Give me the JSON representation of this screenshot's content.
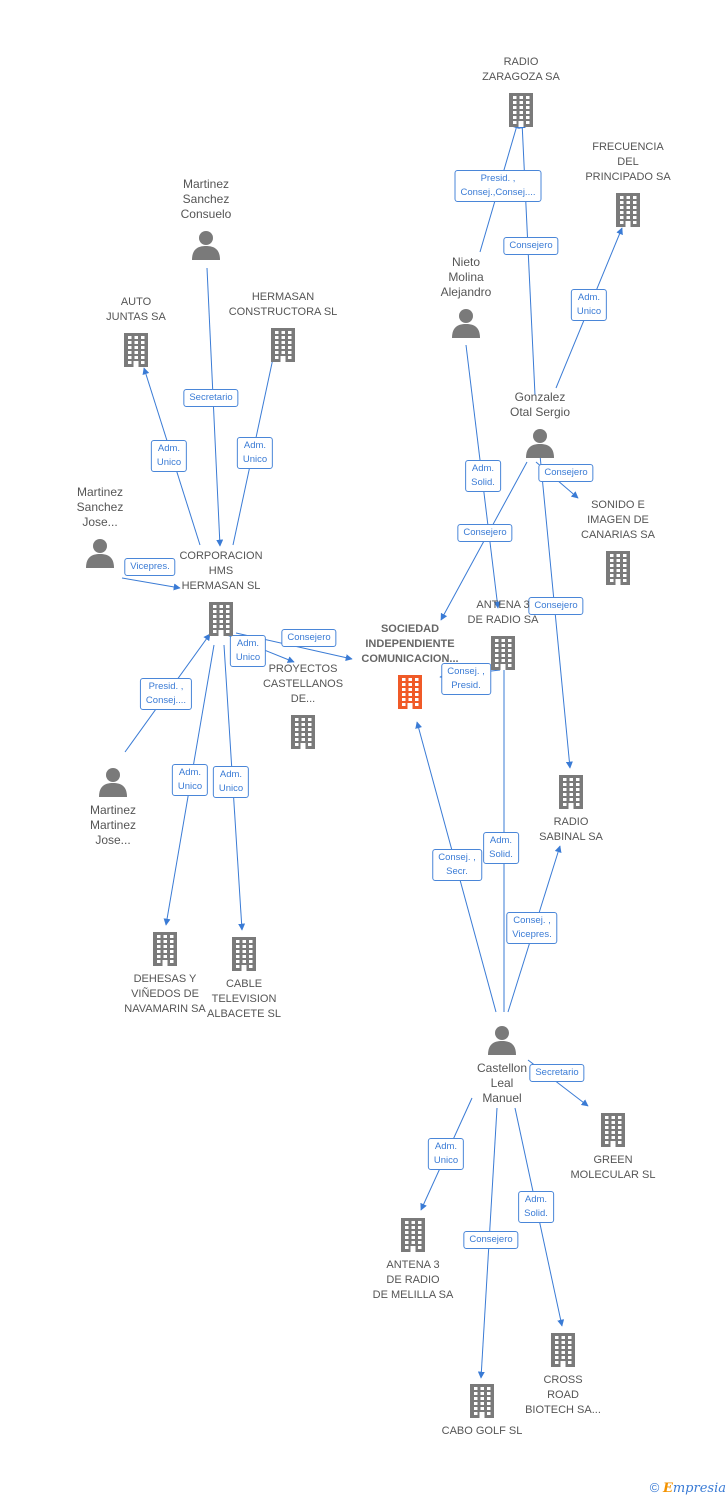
{
  "diagram": {
    "nodes": [
      {
        "id": "radio_zaragoza",
        "type": "company",
        "label": "RADIO\nZARAGOZA SA"
      },
      {
        "id": "frecuencia",
        "type": "company",
        "label": "FRECUENCIA\nDEL\nPRINCIPADO SA"
      },
      {
        "id": "nieto",
        "type": "person",
        "label": "Nieto\nMolina\nAlejandro"
      },
      {
        "id": "gonzalez",
        "type": "person",
        "label": "Gonzalez\nOtal Sergio"
      },
      {
        "id": "sonido",
        "type": "company",
        "label": "SONIDO E\nIMAGEN DE\nCANARIAS SA"
      },
      {
        "id": "antena3_radio",
        "type": "company",
        "label": "ANTENA 3\nDE RADIO SA"
      },
      {
        "id": "radio_sabinal",
        "type": "company",
        "label": "RADIO\nSABINAL SA"
      },
      {
        "id": "sociedad",
        "type": "focus",
        "label": "SOCIEDAD\nINDEPENDIENTE\nCOMUNICACION..."
      },
      {
        "id": "mart_consuelo",
        "type": "person",
        "label": "Martinez\nSanchez\nConsuelo"
      },
      {
        "id": "auto_juntas",
        "type": "company",
        "label": "AUTO\nJUNTAS SA"
      },
      {
        "id": "hermasan_constr",
        "type": "company",
        "label": "HERMASAN\nCONSTRUCTORA SL"
      },
      {
        "id": "mart_jose",
        "type": "person",
        "label": "Martinez\nSanchez\nJose..."
      },
      {
        "id": "corporacion",
        "type": "company",
        "label": "CORPORACION\nHMS\nHERMASAN SL"
      },
      {
        "id": "proyectos",
        "type": "company",
        "label": "PROYECTOS\nCASTELLANOS\nDE..."
      },
      {
        "id": "mart_mart",
        "type": "person",
        "label": "Martinez\nMartinez\nJose..."
      },
      {
        "id": "dehesas",
        "type": "company",
        "label": "DEHESAS Y\nVIÑEDOS DE\nNAVAMARIN SA"
      },
      {
        "id": "cable",
        "type": "company",
        "label": "CABLE\nTELEVISION\nALBACETE SL"
      },
      {
        "id": "castellon",
        "type": "person",
        "label": "Castellon\nLeal\nManuel"
      },
      {
        "id": "green",
        "type": "company",
        "label": "GREEN\nMOLECULAR SL"
      },
      {
        "id": "antena3_melilla",
        "type": "company",
        "label": "ANTENA 3\nDE RADIO\nDE MELILLA SA"
      },
      {
        "id": "cross",
        "type": "company",
        "label": "CROSS\nROAD\nBIOTECH SA..."
      },
      {
        "id": "cabo",
        "type": "company",
        "label": "CABO GOLF SL"
      }
    ],
    "edges": [
      {
        "from": "nieto",
        "to": "radio_zaragoza",
        "label": "Presid. ,\nConsej.,Consej...."
      },
      {
        "from": "gonzalez",
        "to": "radio_zaragoza",
        "label": "Consejero"
      },
      {
        "from": "gonzalez",
        "to": "frecuencia",
        "label": "Adm.\nUnico"
      },
      {
        "from": "nieto",
        "to": "antena3_radio",
        "label": "Adm.\nSolid."
      },
      {
        "from": "gonzalez",
        "to": "sociedad",
        "label": "Consejero"
      },
      {
        "from": "gonzalez",
        "to": "sonido",
        "label": "Consejero"
      },
      {
        "from": "gonzalez",
        "to": "radio_sabinal",
        "label": "Consejero"
      },
      {
        "from": "mart_consuelo",
        "to": "corporacion",
        "label": "Secretario"
      },
      {
        "from": "corporacion",
        "to": "auto_juntas",
        "label": "Adm.\nUnico"
      },
      {
        "from": "corporacion",
        "to": "hermasan_constr",
        "label": "Adm.\nUnico"
      },
      {
        "from": "mart_jose",
        "to": "corporacion",
        "label": "Vicepres."
      },
      {
        "from": "corporacion",
        "to": "sociedad",
        "label": "Consejero"
      },
      {
        "from": "corporacion",
        "to": "proyectos",
        "label": "Adm.\nUnico"
      },
      {
        "from": "mart_mart",
        "to": "corporacion",
        "label": "Presid. ,\nConsej...."
      },
      {
        "from": "corporacion",
        "to": "dehesas",
        "label": "Adm.\nUnico"
      },
      {
        "from": "corporacion",
        "to": "cable",
        "label": "Adm.\nUnico"
      },
      {
        "from": "castellon",
        "to": "sociedad",
        "label": "Consej. ,\nSecr."
      },
      {
        "from": "castellon",
        "to": "antena3_radio",
        "label": "Adm.\nSolid."
      },
      {
        "from": "castellon",
        "to": "radio_sabinal",
        "label": "Consej. ,\nVicepres."
      },
      {
        "from": "castellon",
        "to": "green",
        "label": "Secretario"
      },
      {
        "from": "castellon",
        "to": "antena3_melilla",
        "label": "Adm.\nUnico"
      },
      {
        "from": "castellon",
        "to": "cross",
        "label": "Consejero"
      },
      {
        "from": "castellon",
        "to": "cabo",
        "label": "Adm.\nSolid."
      },
      {
        "from": "antena3_radio",
        "to": "sociedad",
        "label": "Consej. ,\nPresid."
      }
    ]
  },
  "footer": {
    "copyright": "©",
    "brand_initial": "E",
    "brand_rest": "mpresia"
  },
  "colors": {
    "edge": "#3a7bd5",
    "icon": "#7a7a7a",
    "focus": "#f05a28"
  }
}
